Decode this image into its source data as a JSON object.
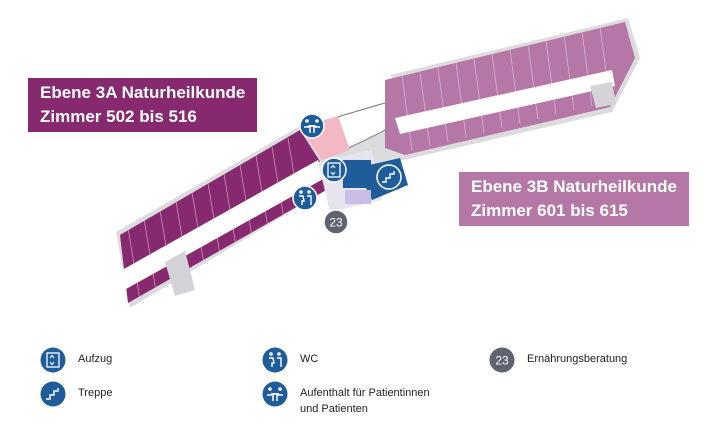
{
  "zones": {
    "a": {
      "line1": "Ebene 3A Naturheilkunde",
      "line2": "Zimmer 502 bis 516"
    },
    "b": {
      "line1": "Ebene 3B Naturheilkunde",
      "line2": "Zimmer 601 bis 615"
    }
  },
  "markers": {
    "nutrition_number": "23"
  },
  "legend": {
    "aufzug": "Aufzug",
    "treppe": "Treppe",
    "wc": "WC",
    "aufenthalt_line1": "Aufenthalt für Patientinnen",
    "aufenthalt_line2": "und Patienten",
    "ernaehrung_number": "23",
    "ernaehrung": "Ernährungsberatung"
  },
  "colors": {
    "wing_3a": "#87296f",
    "wing_3b": "#b477a6",
    "icon_blue": "#1f5c9a",
    "badge_gray": "#5f6370",
    "corridor": "#ffffff",
    "connector": "#f2b9c4"
  },
  "icons": {
    "elevator": "elevator-icon",
    "stairs": "stairs-icon",
    "wc": "wc-icon",
    "lounge": "lounge-icon"
  }
}
